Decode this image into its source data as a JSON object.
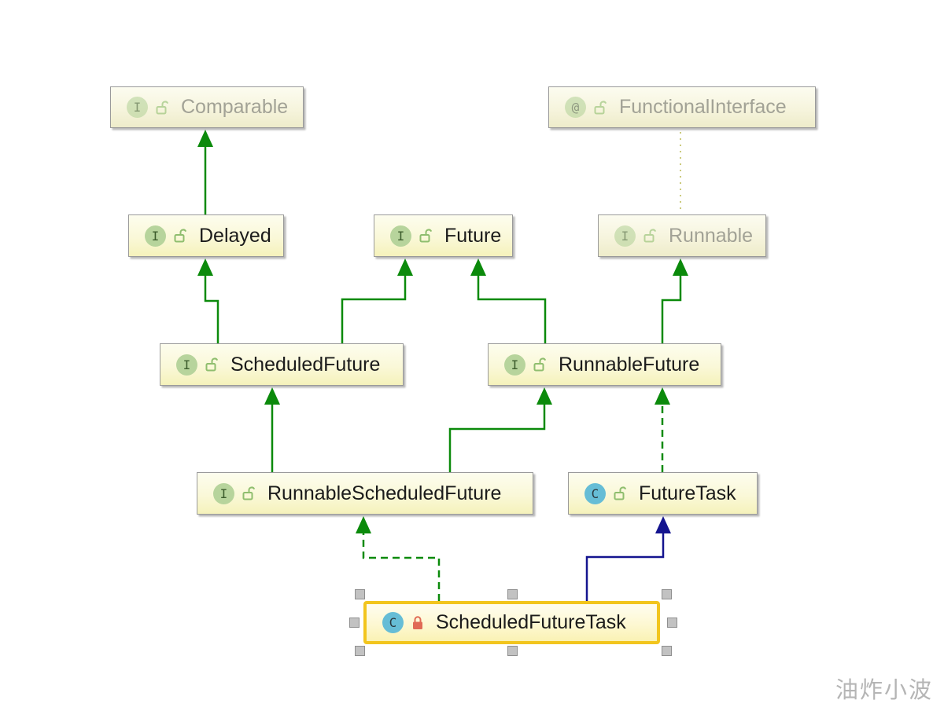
{
  "diagram": {
    "nodes": {
      "comparable": {
        "label": "Comparable",
        "kind": "interface",
        "type_letter": "I",
        "type_icon": "interface-icon",
        "lock_icon": "unlocked-icon",
        "faded": true
      },
      "functionalinterface": {
        "label": "FunctionalInterface",
        "kind": "annotation",
        "type_letter": "@",
        "type_icon": "annotation-icon",
        "lock_icon": "unlocked-icon",
        "faded": true
      },
      "delayed": {
        "label": "Delayed",
        "kind": "interface",
        "type_letter": "I",
        "type_icon": "interface-icon",
        "lock_icon": "unlocked-icon",
        "faded": false
      },
      "future": {
        "label": "Future",
        "kind": "interface",
        "type_letter": "I",
        "type_icon": "interface-icon",
        "lock_icon": "unlocked-icon",
        "faded": false
      },
      "runnable": {
        "label": "Runnable",
        "kind": "interface",
        "type_letter": "I",
        "type_icon": "interface-icon",
        "lock_icon": "unlocked-icon",
        "faded": true
      },
      "scheduledfuture": {
        "label": "ScheduledFuture",
        "kind": "interface",
        "type_letter": "I",
        "type_icon": "interface-icon",
        "lock_icon": "unlocked-icon",
        "faded": false
      },
      "runnablefuture": {
        "label": "RunnableFuture",
        "kind": "interface",
        "type_letter": "I",
        "type_icon": "interface-icon",
        "lock_icon": "unlocked-icon",
        "faded": false
      },
      "runnablescheduledfuture": {
        "label": "RunnableScheduledFuture",
        "kind": "interface",
        "type_letter": "I",
        "type_icon": "interface-icon",
        "lock_icon": "unlocked-icon",
        "faded": false
      },
      "futuretask": {
        "label": "FutureTask",
        "kind": "class",
        "type_letter": "C",
        "type_icon": "class-icon",
        "lock_icon": "unlocked-icon",
        "faded": false
      },
      "scheduledfuturetask": {
        "label": "ScheduledFutureTask",
        "kind": "class",
        "type_letter": "C",
        "type_icon": "class-icon",
        "lock_icon": "locked-icon",
        "faded": false,
        "selected": true
      }
    },
    "edges": [
      {
        "from": "Delayed",
        "to": "Comparable",
        "relation": "extends",
        "style": "solid-green"
      },
      {
        "from": "FunctionalInterface",
        "to": "Runnable",
        "relation": "annotated",
        "style": "dotted-olive"
      },
      {
        "from": "ScheduledFuture",
        "to": "Delayed",
        "relation": "extends",
        "style": "solid-green"
      },
      {
        "from": "ScheduledFuture",
        "to": "Future",
        "relation": "extends",
        "style": "solid-green"
      },
      {
        "from": "RunnableFuture",
        "to": "Future",
        "relation": "extends",
        "style": "solid-green"
      },
      {
        "from": "RunnableFuture",
        "to": "Runnable",
        "relation": "extends",
        "style": "solid-green"
      },
      {
        "from": "RunnableScheduledFuture",
        "to": "ScheduledFuture",
        "relation": "extends",
        "style": "solid-green"
      },
      {
        "from": "RunnableScheduledFuture",
        "to": "RunnableFuture",
        "relation": "extends",
        "style": "solid-green"
      },
      {
        "from": "FutureTask",
        "to": "RunnableFuture",
        "relation": "implements",
        "style": "dashed-green"
      },
      {
        "from": "ScheduledFutureTask",
        "to": "RunnableScheduledFuture",
        "relation": "implements",
        "style": "dashed-green"
      },
      {
        "from": "ScheduledFutureTask",
        "to": "FutureTask",
        "relation": "extends",
        "style": "solid-navy"
      }
    ],
    "colors": {
      "extends_interface": "#0b8a0b",
      "extends_class": "#14148f",
      "annotation_link": "#cbca7d",
      "selection_border": "#f2c51d",
      "node_fill": "#faf8d8",
      "interface_badge": "#b7d49c",
      "class_badge": "#66bdd6",
      "locked_lock": "#e06a55",
      "unlocked_lock": "#8fbe6e"
    },
    "selection": {
      "selected_node": "ScheduledFutureTask",
      "handle_count": 8
    }
  },
  "watermark": {
    "text": "油炸小波"
  }
}
